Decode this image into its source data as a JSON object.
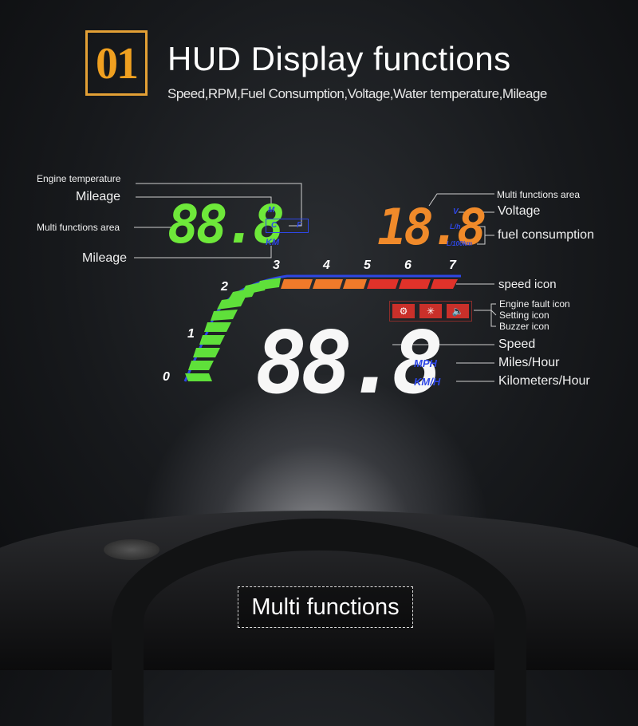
{
  "header": {
    "number": "01",
    "title": "HUD Display functions",
    "subtitle": "Speed,RPM,Fuel Consumption,Voltage,Water temperature,Mileage"
  },
  "left_panel": {
    "labels": {
      "engine_temperature": "Engine temperature",
      "mileage_top": "Mileage",
      "multi_functions_area": "Multi functions area",
      "mileage_bottom": "Mileage"
    },
    "digits": "88.8",
    "units": {
      "m": "M",
      "c": "C",
      "f": "F",
      "km": "KM"
    }
  },
  "right_panel": {
    "labels": {
      "multi_functions_area": "Multi functions area",
      "voltage": "Voltage",
      "fuel_consumption": "fuel consumption"
    },
    "digits": "18.8",
    "units": {
      "v": "V",
      "lh": "L/h",
      "l100km": "L/100km"
    }
  },
  "rpm_gauge": {
    "ticks": [
      "0",
      "1",
      "2",
      "3",
      "4",
      "5",
      "6",
      "7"
    ],
    "colors": {
      "green": "#5fe03a",
      "orange": "#f07a2a",
      "red": "#e0322a",
      "outline": "#2e47e6"
    }
  },
  "speed_panel": {
    "labels": {
      "speed_icon": "speed icon",
      "engine_fault_icon": "Engine fault icon",
      "setting_icon": "Setting icon",
      "buzzer_icon": "Buzzer icon",
      "speed": "Speed",
      "miles_hour": "Miles/Hour",
      "km_hour": "Kilometers/Hour"
    },
    "digits": "88.8",
    "units": {
      "mph": "MPH",
      "kmh": "KM/H"
    },
    "icons": [
      "engine-icon",
      "gear-icon",
      "speaker-icon"
    ]
  },
  "footer": {
    "label": "Multi functions"
  }
}
